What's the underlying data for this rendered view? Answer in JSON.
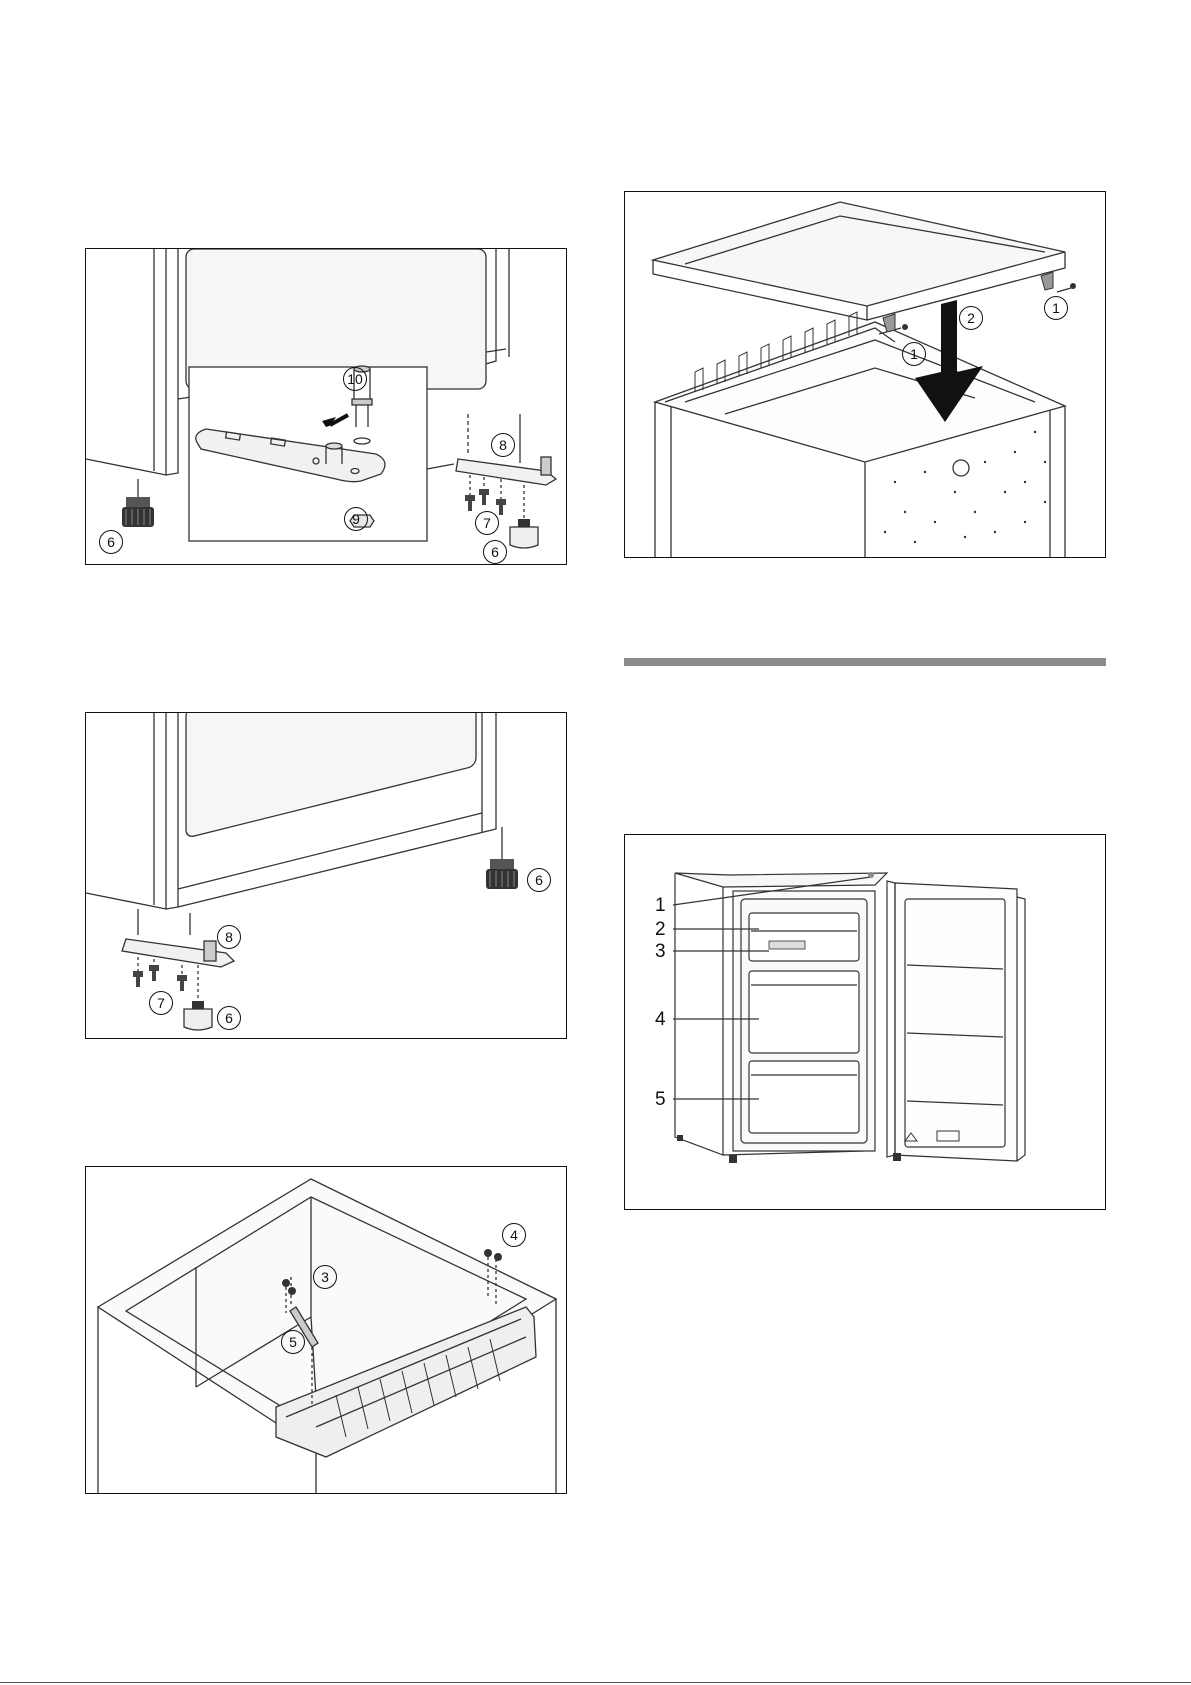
{
  "figures": {
    "fig1": {
      "callouts": [
        "10",
        "8",
        "9",
        "7",
        "6",
        "6"
      ]
    },
    "fig2": {
      "callouts": [
        "8",
        "6",
        "7",
        "6"
      ]
    },
    "fig3": {
      "callouts": [
        "4",
        "3",
        "5"
      ]
    },
    "fig4": {
      "callouts": [
        "2",
        "1",
        "1"
      ]
    },
    "fig5": {
      "labels": [
        "1",
        "2",
        "3",
        "4",
        "5"
      ]
    }
  }
}
